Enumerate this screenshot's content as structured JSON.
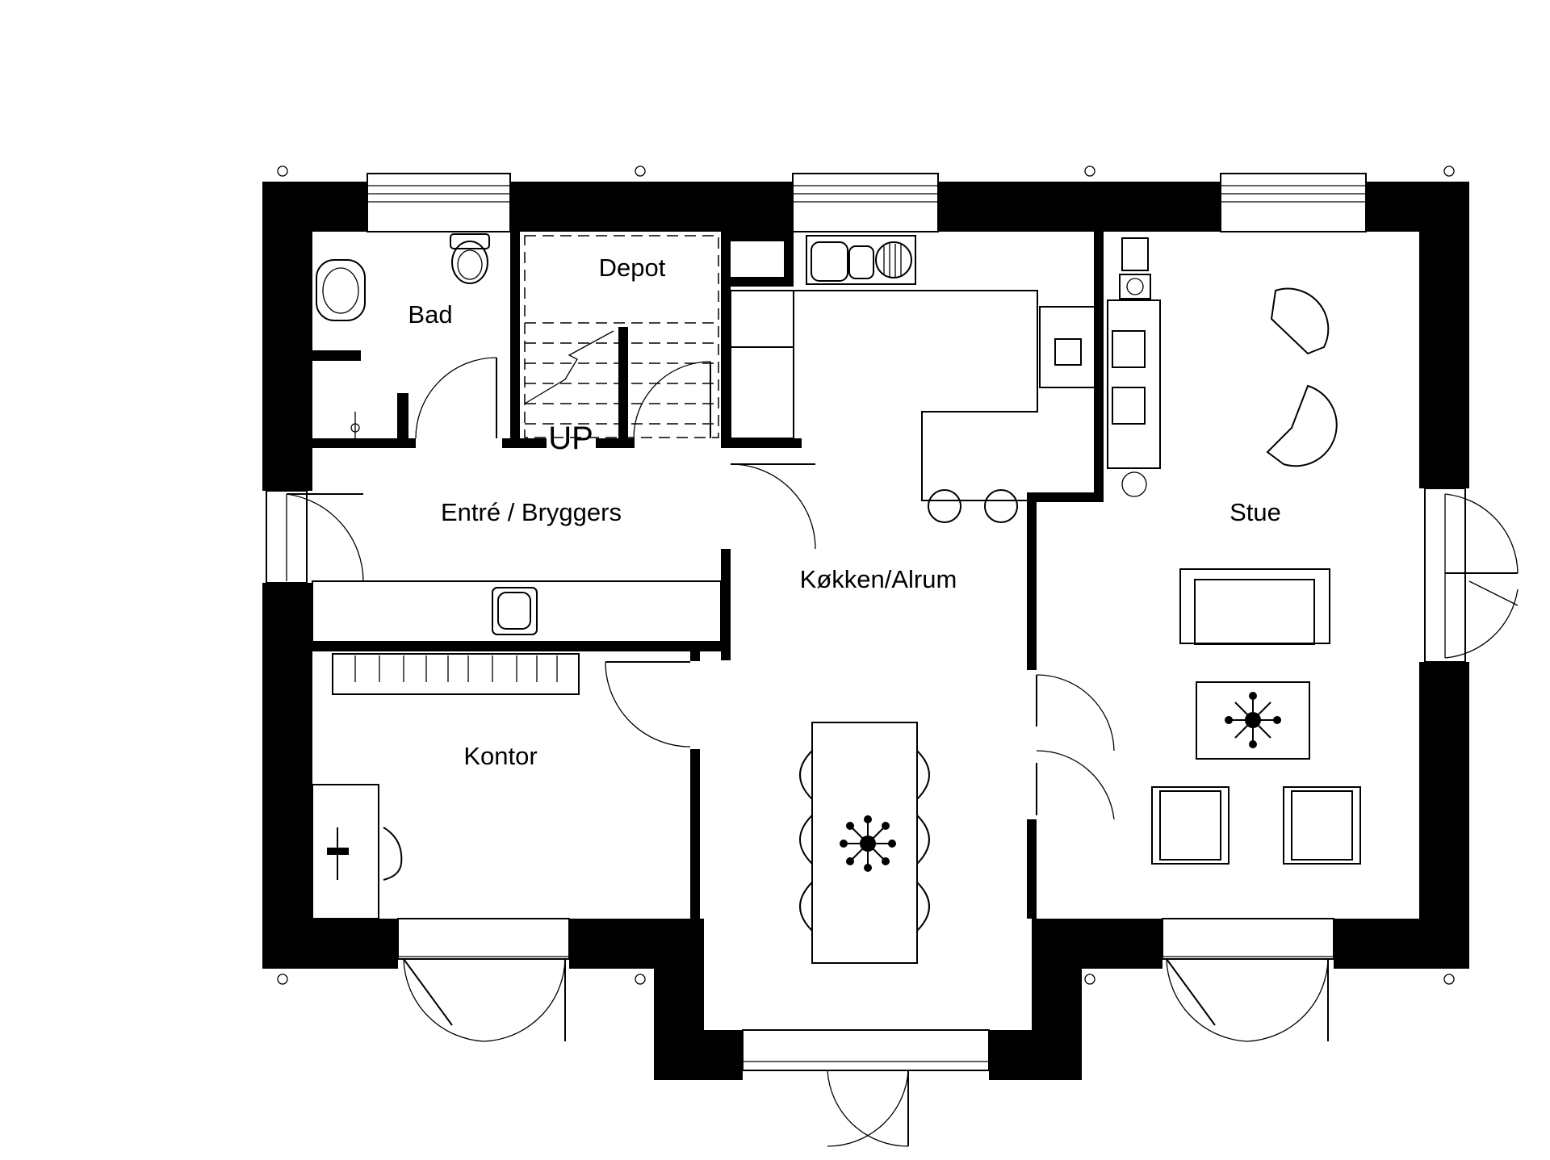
{
  "plan": {
    "rooms": {
      "bad": "Bad",
      "depot": "Depot",
      "entre": "Entré / Bryggers",
      "kokken": "Køkken/Alrum",
      "stue": "Stue",
      "kontor": "Kontor"
    },
    "stair_label": "UP"
  },
  "colors": {
    "wall": "#000000",
    "background": "#ffffff"
  }
}
